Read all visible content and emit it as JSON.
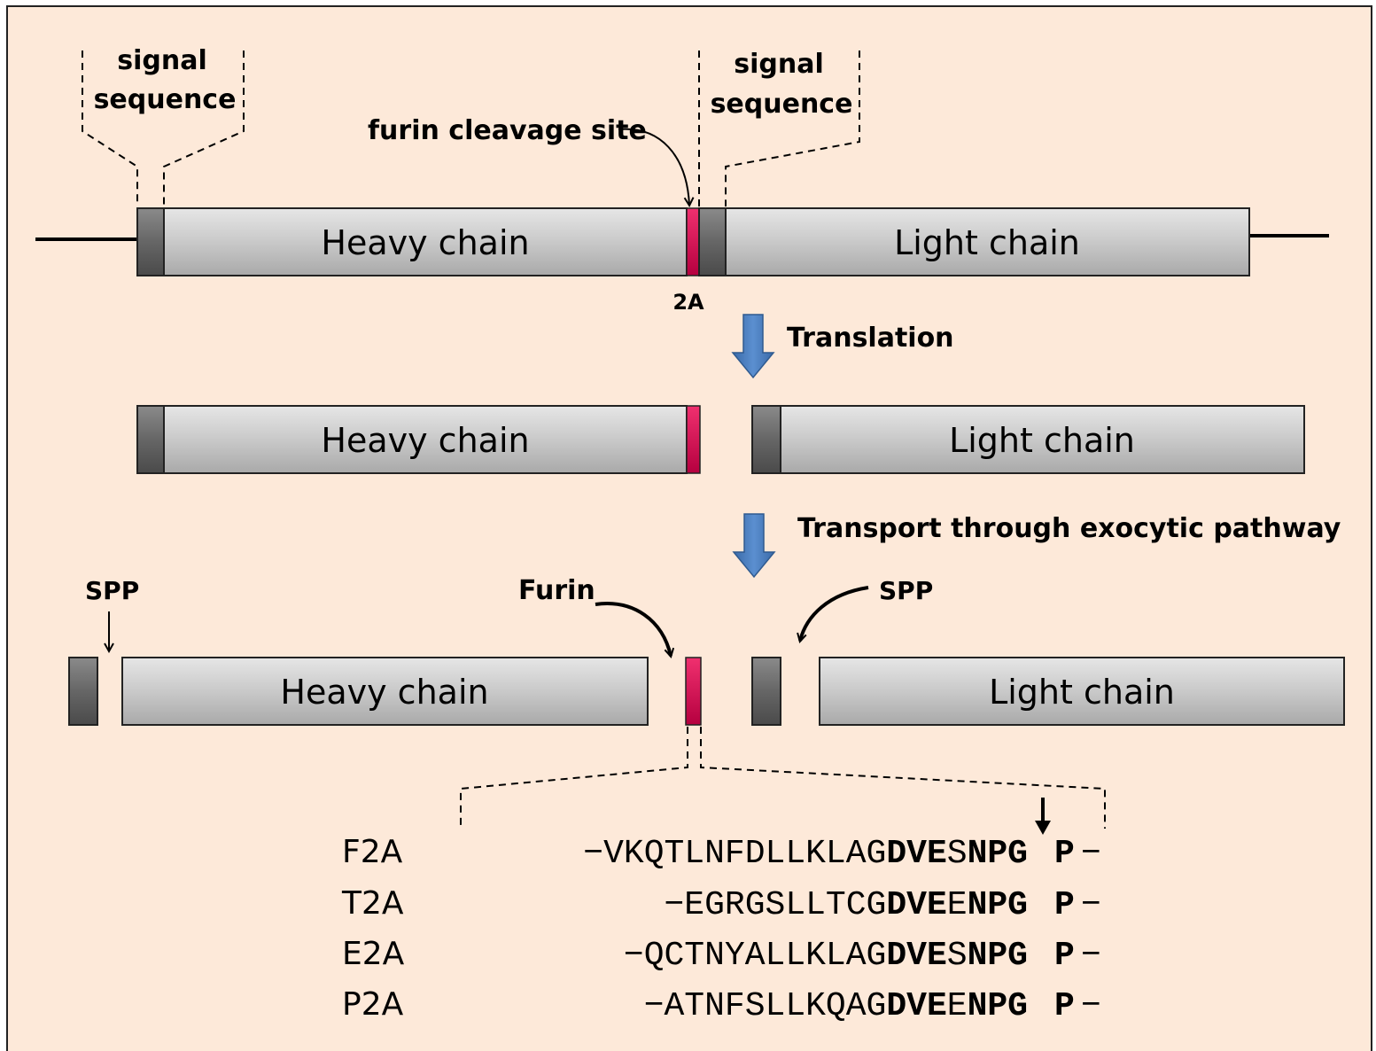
{
  "colors": {
    "background": "#fde9d9",
    "chain_fill": "#c8c8c8",
    "signal_fill": "#6d6d6d",
    "site_2a": "#d40a55",
    "arrow_blue": "#4f81bd"
  },
  "labels": {
    "signal_sequence_left_1": "signal",
    "signal_sequence_left_2": "sequence",
    "signal_sequence_right_1": "signal",
    "signal_sequence_right_2": "sequence",
    "furin_cleavage_site": "furin cleavage site",
    "label_2a": "2A",
    "translation": "Translation",
    "transport": "Transport through exocytic pathway",
    "spp_left": "SPP",
    "furin": "Furin",
    "spp_right": "SPP"
  },
  "chains": {
    "heavy": "Heavy chain",
    "light": "Light chain"
  },
  "sequences": [
    {
      "name": "F2A",
      "prefix": "−VKQTLNFDLLKLAG",
      "dve": "DVE",
      "mid": "S",
      "npg": "NPG",
      "p": "P",
      "suffix": "−"
    },
    {
      "name": "T2A",
      "prefix": "−EGRGSLLTCG",
      "dve": "DVE",
      "mid": "E",
      "npg": "NPG",
      "p": "P",
      "suffix": "−"
    },
    {
      "name": "E2A",
      "prefix": "−QCTNYALLKLAG",
      "dve": "DVE",
      "mid": "S",
      "npg": "NPG",
      "p": "P",
      "suffix": "−"
    },
    {
      "name": "P2A",
      "prefix": "−ATNFSLLKQAG",
      "dve": "DVE",
      "mid": "E",
      "npg": "NPG",
      "p": "P",
      "suffix": "−"
    }
  ]
}
